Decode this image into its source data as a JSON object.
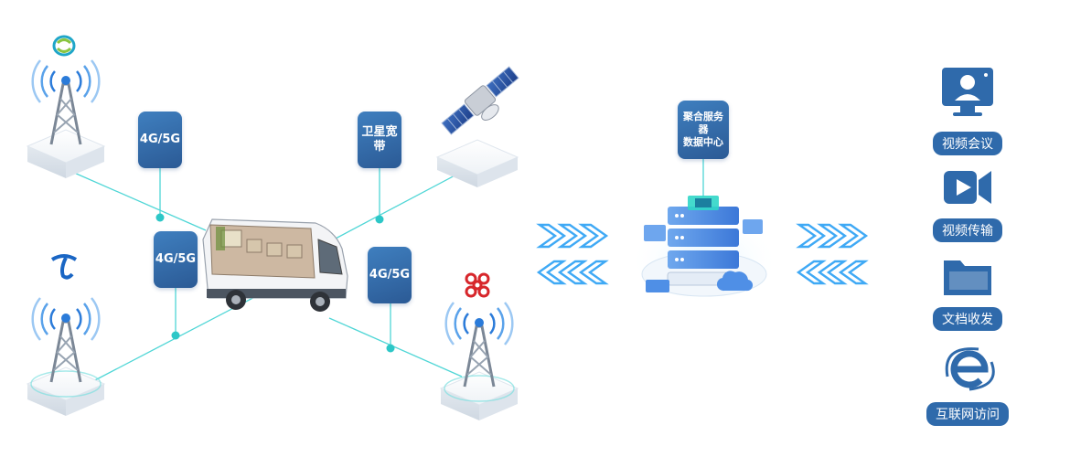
{
  "links": {
    "top_left": "4G/5G",
    "top_right": "卫星宽带",
    "bottom_left": "4G/5G",
    "bottom_right": "4G/5G"
  },
  "server": {
    "label": "聚合服务器\n数据中心"
  },
  "apps": [
    {
      "label": "视频会议",
      "icon": "monitor-user-icon"
    },
    {
      "label": "视频传输",
      "icon": "video-camera-icon"
    },
    {
      "label": "文档收发",
      "icon": "folder-icon"
    },
    {
      "label": "互联网访问",
      "icon": "internet-explorer-icon"
    }
  ],
  "carriers": [
    {
      "name": "China Mobile",
      "icon": "china-mobile-logo"
    },
    {
      "name": "China Telecom",
      "icon": "china-telecom-logo"
    },
    {
      "name": "China Unicom",
      "icon": "china-unicom-logo"
    }
  ],
  "colors": {
    "line": "#4fd6d6",
    "tag": "#2f6aab",
    "arrow": "#3fa9f5",
    "label_bg": "#2f6aab"
  }
}
